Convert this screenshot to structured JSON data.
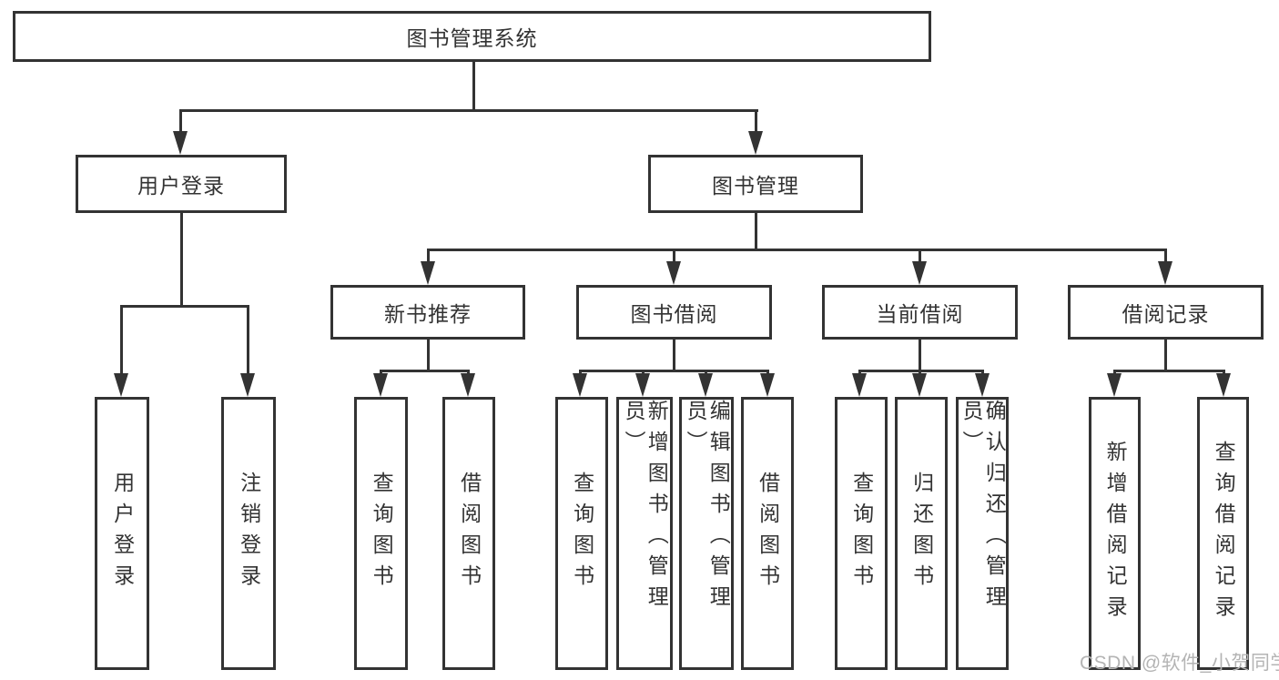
{
  "tree": {
    "root": {
      "label": "图书管理系统",
      "children": [
        {
          "label": "用户登录",
          "children": [
            {
              "label": "用户登录"
            },
            {
              "label": "注销登录"
            }
          ]
        },
        {
          "label": "图书管理",
          "children": [
            {
              "label": "新书推荐",
              "children": [
                {
                  "label": "查询图书"
                },
                {
                  "label": "借阅图书"
                }
              ]
            },
            {
              "label": "图书借阅",
              "children": [
                {
                  "label": "查询图书"
                },
                {
                  "label": "新增图书（管理员）"
                },
                {
                  "label": "编辑图书（管理员）"
                },
                {
                  "label": "借阅图书"
                }
              ]
            },
            {
              "label": "当前借阅",
              "children": [
                {
                  "label": "查询图书"
                },
                {
                  "label": "归还图书"
                },
                {
                  "label": "确认归还（管理员）"
                }
              ]
            },
            {
              "label": "借阅记录",
              "children": [
                {
                  "label": "新增借阅记录"
                },
                {
                  "label": "查询借阅记录"
                }
              ]
            }
          ]
        }
      ]
    }
  },
  "watermark": {
    "text": "CSDN @软件_小贺同学"
  },
  "colors": {
    "line": "#333333",
    "text": "#333333",
    "background": "#ffffff",
    "watermark": "#b4b4b4"
  }
}
